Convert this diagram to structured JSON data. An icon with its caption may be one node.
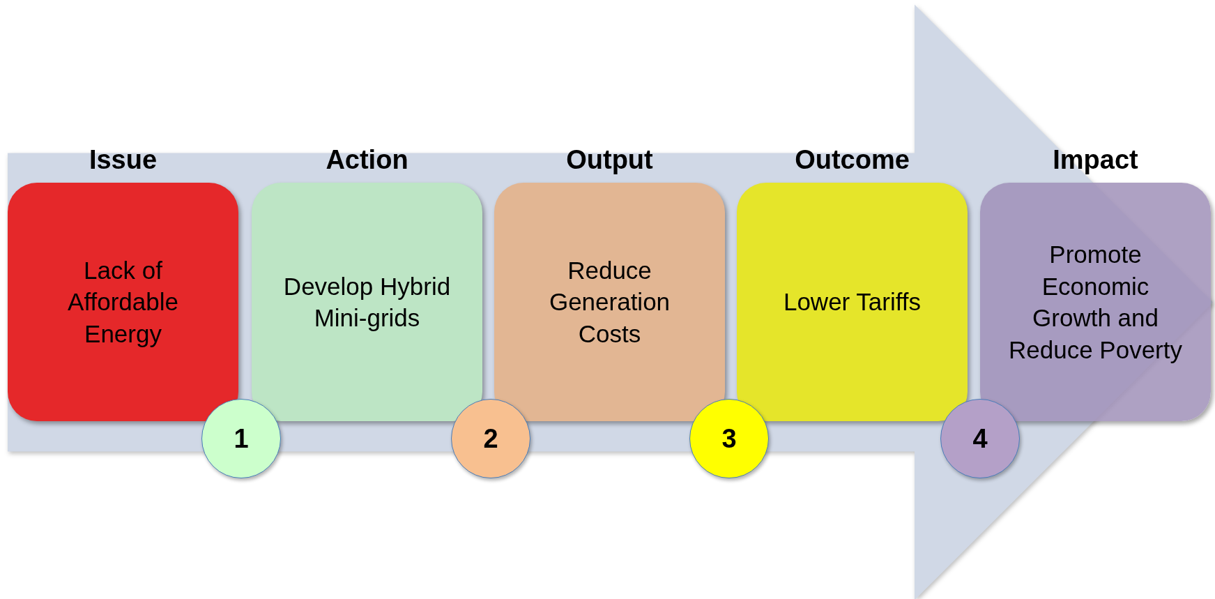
{
  "diagram": {
    "nodes": [
      {
        "text": [
          "Issue",
          "Lack of Affordable Energy"
        ]
      },
      {
        "text": [
          "1"
        ]
      },
      {
        "text": [
          "Action",
          "Develop Hybrid Mini-grids"
        ]
      },
      {
        "text": [
          "2"
        ]
      },
      {
        "text": [
          "Output",
          "Reduce Generation Costs"
        ]
      },
      {
        "text": [
          "3"
        ]
      },
      {
        "text": [
          "Outcome",
          "Lower Tariffs"
        ]
      },
      {
        "text": [
          "4"
        ]
      },
      {
        "text": [
          "Impact",
          "Promote Economic Growth and Reduce Poverty"
        ]
      }
    ],
    "edges": [
      {
        "from": 0,
        "to": 8,
        "arrow": "to",
        "style": "thick"
      }
    ]
  }
}
